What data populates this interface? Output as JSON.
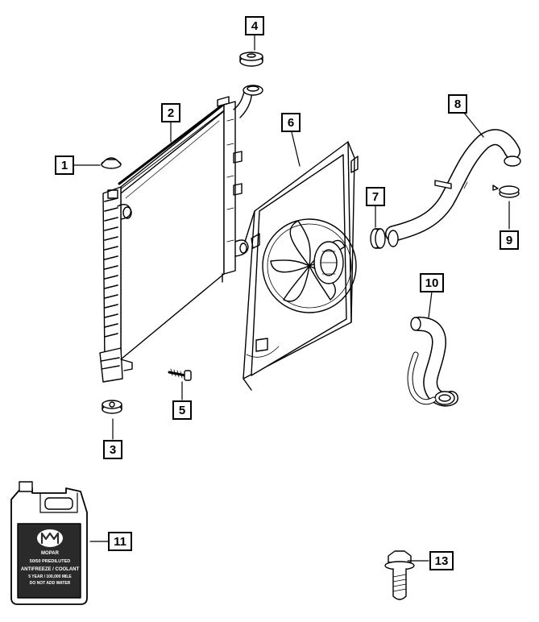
{
  "diagram": {
    "callouts": [
      {
        "id": "1",
        "label": "1"
      },
      {
        "id": "2",
        "label": "2"
      },
      {
        "id": "3",
        "label": "3"
      },
      {
        "id": "4",
        "label": "4"
      },
      {
        "id": "5",
        "label": "5"
      },
      {
        "id": "6",
        "label": "6"
      },
      {
        "id": "7",
        "label": "7"
      },
      {
        "id": "8",
        "label": "8"
      },
      {
        "id": "9",
        "label": "9"
      },
      {
        "id": "10",
        "label": "10"
      },
      {
        "id": "11",
        "label": "11"
      },
      {
        "id": "13",
        "label": "13"
      }
    ],
    "jug_label": {
      "brand": "MOPAR",
      "line1": "50/50 PREDILUTED",
      "line2": "ANTIFREEZE / COOLANT",
      "line3": "5 YEAR / 100,000 MILE",
      "line4": "DO NOT ADD WATER"
    }
  }
}
